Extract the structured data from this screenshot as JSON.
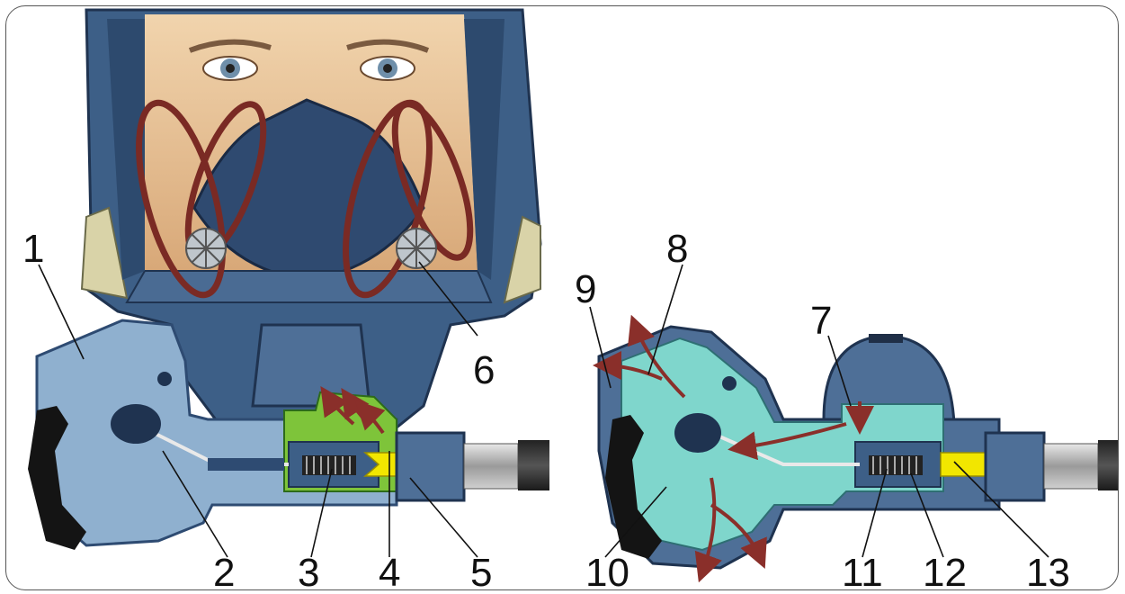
{
  "callouts": {
    "c1": "1",
    "c2": "2",
    "c3": "3",
    "c4": "4",
    "c5": "5",
    "c6": "6",
    "c7": "7",
    "c8": "8",
    "c9": "9",
    "c10": "10",
    "c11": "11",
    "c12": "12",
    "c13": "13"
  },
  "colors": {
    "mask_blue": "#3d5f87",
    "valve_body": "#8fb0cf",
    "chamber_green": "#7ec43a",
    "chamber_cyan": "#7fd6cc",
    "air_yellow": "#f2e600",
    "flow_arrow": "#8a2f2a",
    "skin": "#e9c49a"
  }
}
